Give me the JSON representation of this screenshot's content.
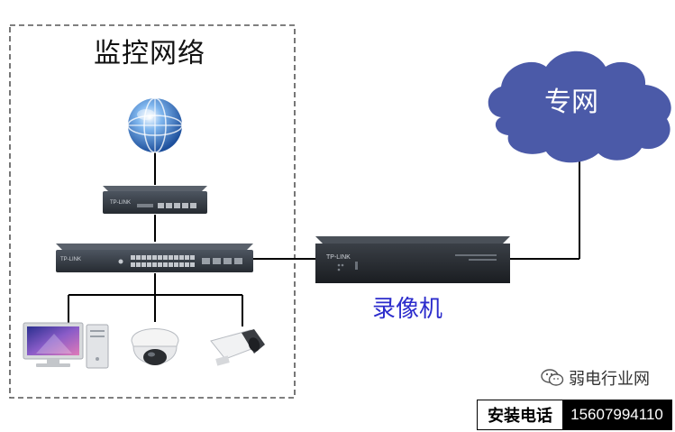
{
  "zone": {
    "title": "监控网络"
  },
  "cloud": {
    "label": "专网"
  },
  "nvr": {
    "label": "录像机",
    "brand": "TP-LINK"
  },
  "router": {
    "brand": "TP-LINK"
  },
  "switch": {
    "brand": "TP-LINK"
  },
  "watermark": {
    "text": "弱电行业网"
  },
  "contact": {
    "label": "安装电话",
    "phone": "15607994110"
  },
  "colors": {
    "cloud": "#4b5aa8",
    "nvr_label": "#2c2ccc",
    "line": "#000000",
    "zone_border": "#555555"
  },
  "icons": [
    "globe-icon",
    "router-device",
    "switch-device",
    "pc-icon",
    "dome-camera-icon",
    "bullet-camera-icon",
    "nvr-device",
    "cloud-shape",
    "wechat-icon"
  ]
}
